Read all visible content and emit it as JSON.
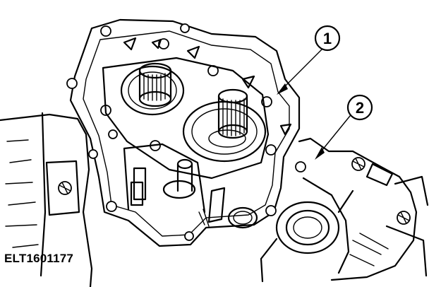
{
  "figure": {
    "code": "ELT1601177",
    "callouts": [
      {
        "label": "1"
      },
      {
        "label": "2"
      }
    ]
  }
}
